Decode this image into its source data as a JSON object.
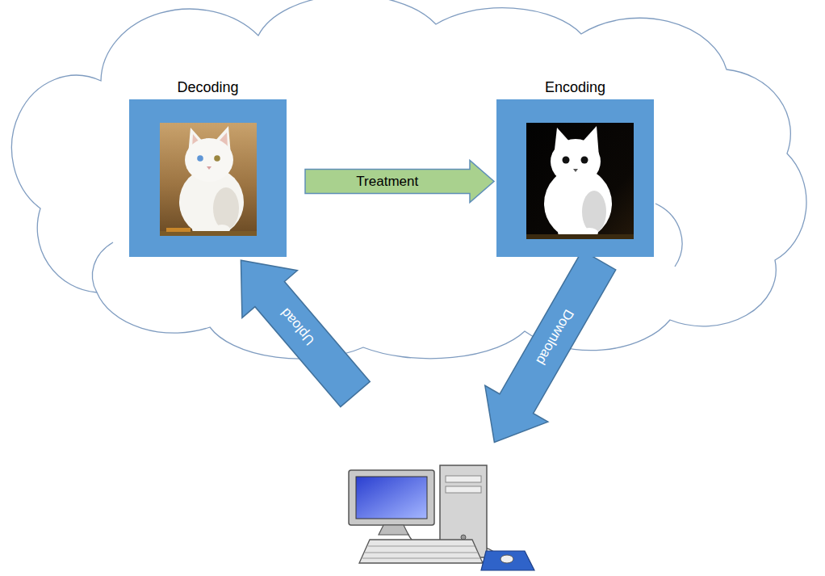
{
  "diagram": {
    "nodes": [
      {
        "text": [
          "Decoding"
        ]
      },
      {
        "text": [
          "Encoding"
        ]
      }
    ],
    "edges": [
      {
        "from": 0,
        "to": 1,
        "arrow": "to",
        "label": "Treatment"
      }
    ],
    "labels": [
      "Upload",
      "Download"
    ]
  }
}
